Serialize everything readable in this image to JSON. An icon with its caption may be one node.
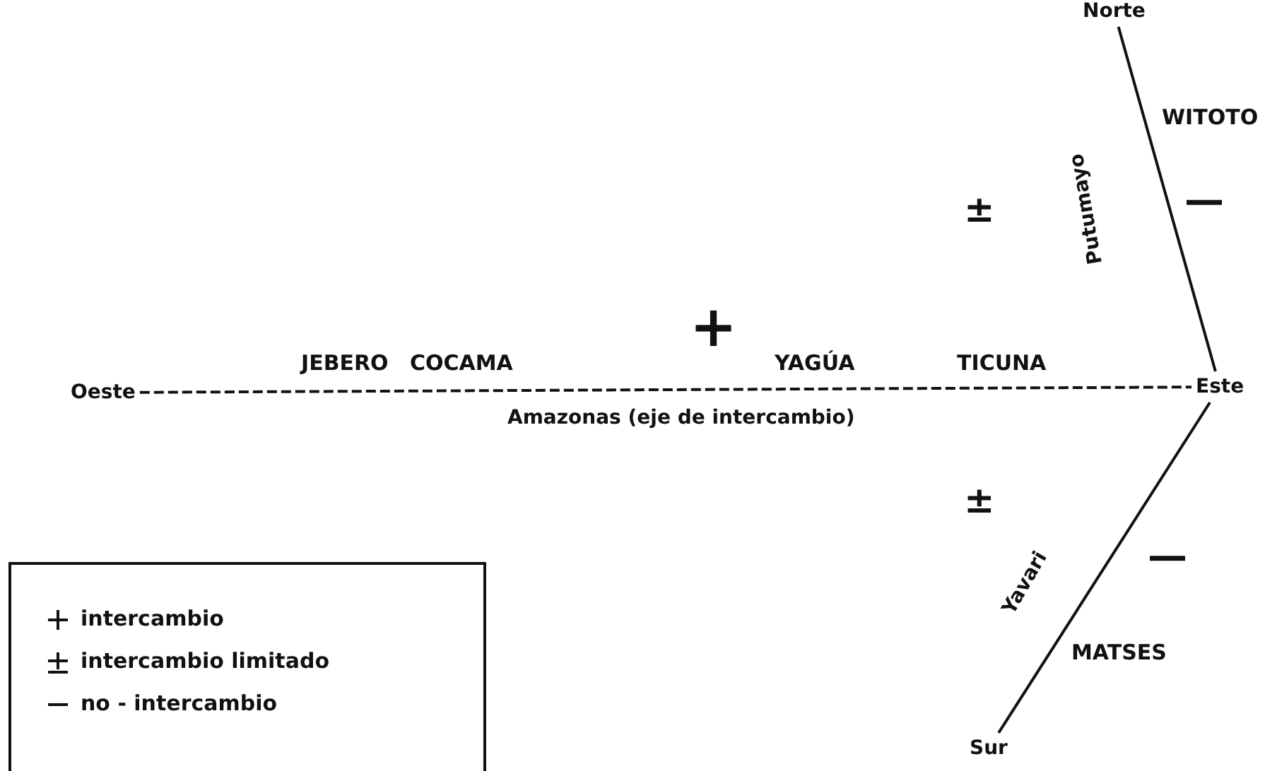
{
  "diagram": {
    "nodes": [
      {
        "text": [
          "Norte"
        ]
      },
      {
        "text": [
          "Oeste"
        ]
      },
      {
        "text": [
          "Este"
        ]
      },
      {
        "text": [
          "Sur"
        ]
      }
    ],
    "edges": [
      {
        "from": 1,
        "to": 2,
        "arrow": "none",
        "style": "dashed",
        "label": "Amazonas (eje de intercambio)"
      },
      {
        "from": 0,
        "to": 2,
        "arrow": "none",
        "label": "Putumayo"
      },
      {
        "from": 2,
        "to": 3,
        "arrow": "none",
        "label": "Yavari"
      }
    ],
    "labels": [
      "WITOTO",
      "—",
      "±",
      "+",
      "JEBERO",
      "COCAMA",
      "YAGÚA",
      "TICUNA",
      "±",
      "—",
      "MATSES"
    ],
    "legend": [
      {
        "text": "intercambio"
      },
      {
        "text": "intercambio limitado"
      },
      {
        "text": "no - intercambio"
      }
    ]
  }
}
